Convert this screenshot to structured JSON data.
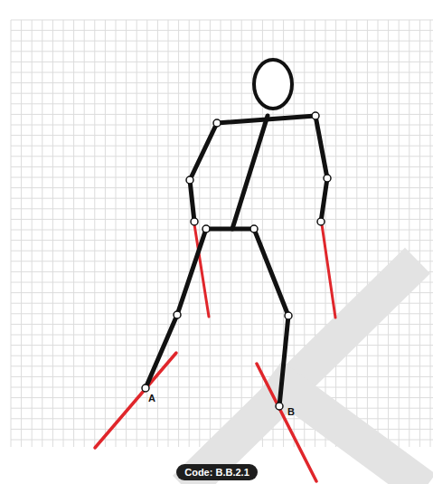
{
  "diagram": {
    "nodes": [
      {
        "text": [
          "Code: B.B.2.1"
        ]
      }
    ],
    "labels": [
      "A",
      "B"
    ]
  }
}
